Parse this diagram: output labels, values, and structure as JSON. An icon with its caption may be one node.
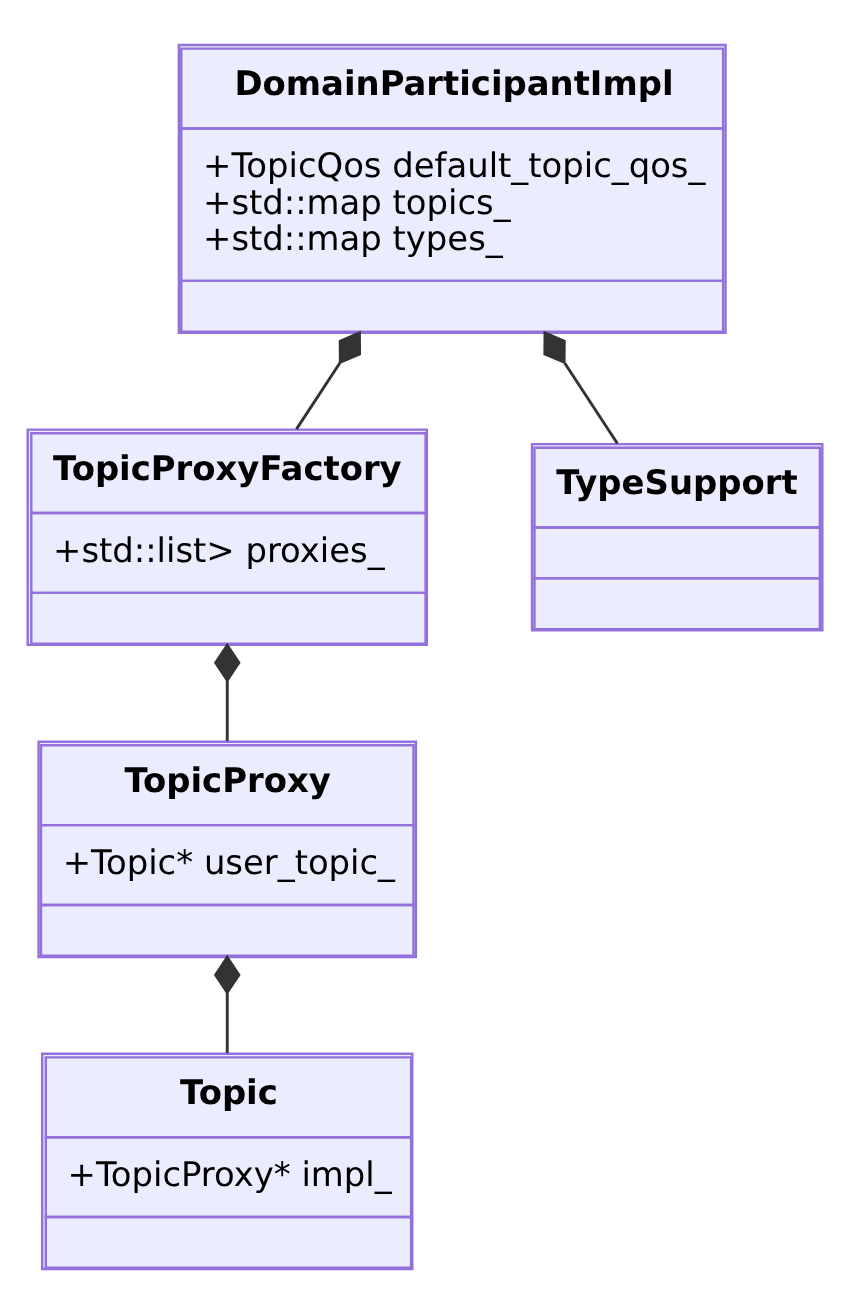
{
  "diagram": {
    "nodes": [
      {
        "text": [
          "DomainParticipantImpl",
          "+TopicQos default_topic_qos_",
          "+std::map topics_",
          "+std::map types_"
        ]
      },
      {
        "text": [
          "TopicProxyFactory",
          "+std::list> proxies_"
        ]
      },
      {
        "text": [
          "TypeSupport"
        ]
      },
      {
        "text": [
          "TopicProxy",
          "+Topic* user_topic_"
        ]
      },
      {
        "text": [
          "Topic",
          "+TopicProxy* impl_"
        ]
      }
    ],
    "edges": [
      {
        "from": 0,
        "to": 1,
        "arrow": "other"
      },
      {
        "from": 0,
        "to": 2,
        "arrow": "other"
      },
      {
        "from": 1,
        "to": 3,
        "arrow": "other"
      },
      {
        "from": 3,
        "to": 4,
        "arrow": "other"
      }
    ]
  }
}
